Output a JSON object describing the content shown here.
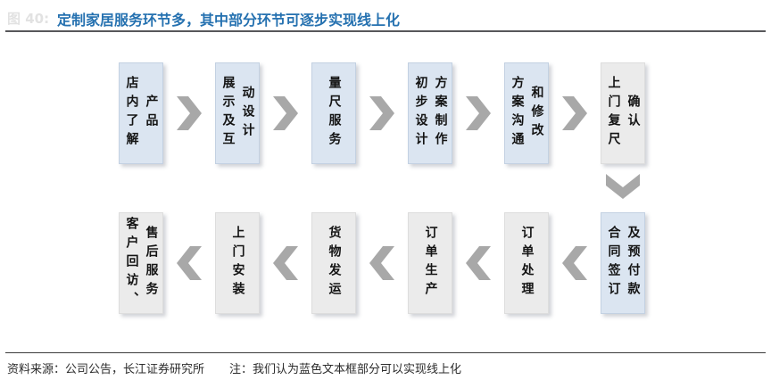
{
  "figure": {
    "label": "图 40:",
    "title": "定制家居服务环节多，其中部分环节可逐步实现线上化"
  },
  "colors": {
    "title_blue": "#2571b0",
    "online_box": "#dbe5f1",
    "offline_box": "#ebebeb",
    "arrow_gray": "#a8a8a8",
    "box_text": "#141414"
  },
  "legend_meaning": {
    "online_box": "蓝色文本框：可以实现线上化",
    "offline_box": "灰色文本框：线下环节"
  },
  "flow": {
    "row1_direction": "left-to-right",
    "row1": [
      {
        "id": "store-product-learning",
        "label": "店内了解产品",
        "columns": [
          "店内了解",
          "产品"
        ],
        "online": true
      },
      {
        "id": "display-interactive-design",
        "label": "展示及互动设计",
        "columns": [
          "展示及互",
          "动设计"
        ],
        "online": true
      },
      {
        "id": "measuring-service",
        "label": "量尺服务",
        "columns": [
          "量尺服务"
        ],
        "online": true
      },
      {
        "id": "preliminary-design",
        "label": "初步设计方案制作",
        "columns": [
          "初步设计",
          "方案制作"
        ],
        "online": true
      },
      {
        "id": "plan-communication-revision",
        "label": "方案沟通和修改",
        "columns": [
          "方案沟通",
          "和修改"
        ],
        "online": true
      },
      {
        "id": "onsite-remeasure-confirm",
        "label": "上门复尺确认",
        "columns": [
          "上门复尺",
          "确认"
        ],
        "online": false
      }
    ],
    "row2_direction": "right-to-left",
    "row2": [
      {
        "id": "contract-signing-prepayment",
        "label": "合同签订及预付款",
        "columns": [
          "合同签订",
          "及预付款"
        ],
        "online": true
      },
      {
        "id": "order-processing",
        "label": "订单处理",
        "columns": [
          "订单处理"
        ],
        "online": false
      },
      {
        "id": "order-production",
        "label": "订单生产",
        "columns": [
          "订单生产"
        ],
        "online": false
      },
      {
        "id": "goods-shipping",
        "label": "货物发运",
        "columns": [
          "货物发运"
        ],
        "online": false
      },
      {
        "id": "onsite-installation",
        "label": "上门安装",
        "columns": [
          "上门安装"
        ],
        "online": false
      },
      {
        "id": "customer-followup-aftersales",
        "label": "客户回访、售后服务",
        "columns": [
          "客户回访、",
          "售后服务"
        ],
        "online": false
      }
    ]
  },
  "footer": {
    "source": "资料来源：公司公告，长江证券研究所",
    "note": "注：我们认为蓝色文本框部分可以实现线上化"
  }
}
